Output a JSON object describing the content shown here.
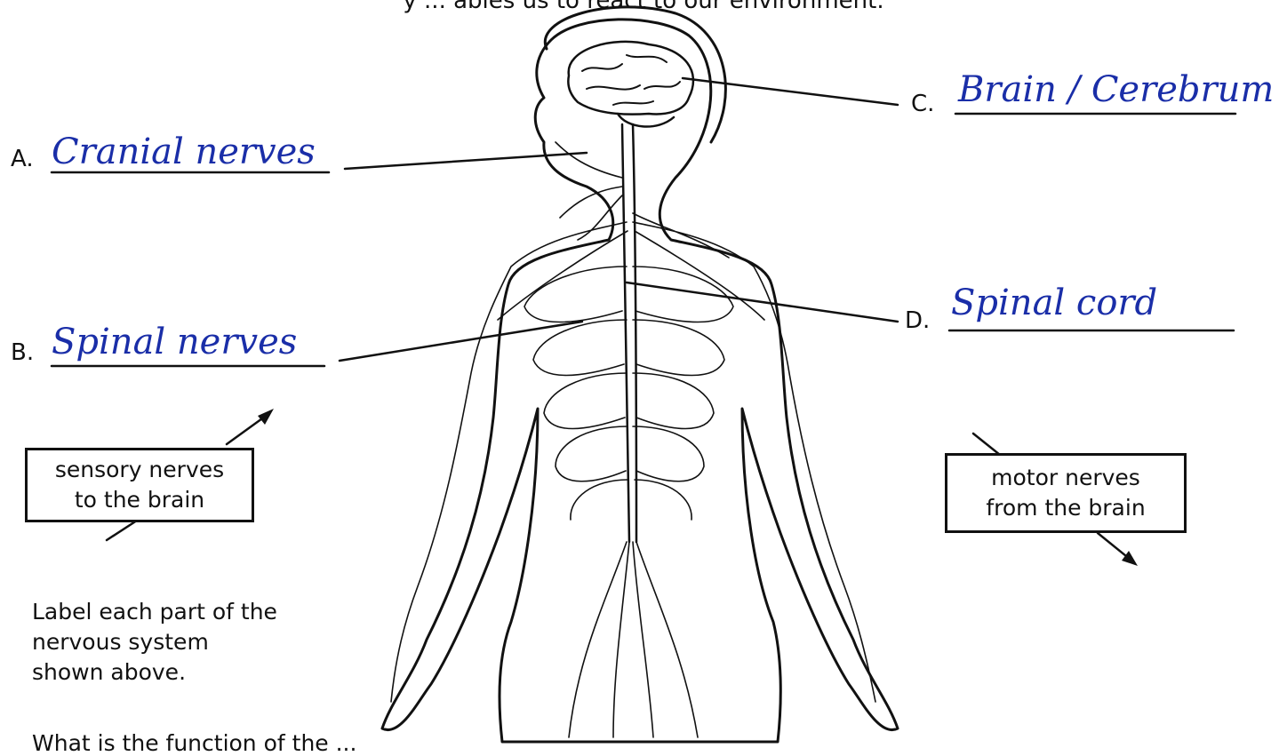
{
  "header": {
    "cut_text": "y ... ables us to react to our environment."
  },
  "labels": [
    {
      "letter": "A.",
      "answer": "Cranial nerves"
    },
    {
      "letter": "B.",
      "answer": "Spinal nerves"
    },
    {
      "letter": "C.",
      "answer": "Brain / Cerebrum"
    },
    {
      "letter": "D.",
      "answer": "Spinal cord"
    }
  ],
  "boxes": {
    "sensory": {
      "line1": "sensory nerves",
      "line2": "to the brain"
    },
    "motor": {
      "line1": "motor nerves",
      "line2": "from the brain"
    }
  },
  "instructions": {
    "line1": "Label each part of the",
    "line2": "nervous system",
    "line3": "shown above."
  },
  "footer": {
    "cut_text": "What is the function of the ..."
  },
  "colors": {
    "ink": "#111111",
    "handwriting": "#1a2ea8"
  }
}
